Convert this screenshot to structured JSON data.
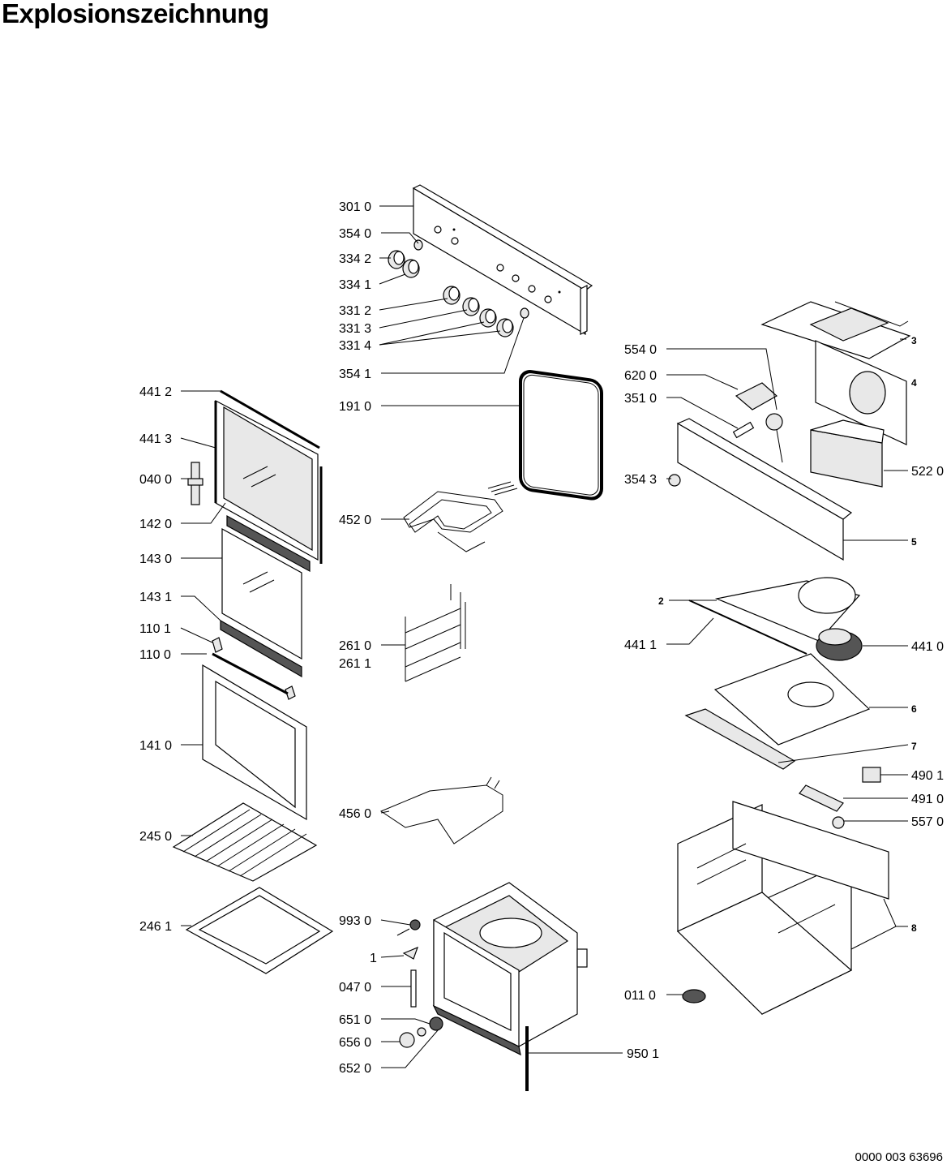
{
  "title": "Explosionszeichnung",
  "document_number": "0000 003 63696",
  "callouts": [
    {
      "id": "c3010",
      "label": "301 0"
    },
    {
      "id": "c3540",
      "label": "354 0"
    },
    {
      "id": "c3342",
      "label": "334 2"
    },
    {
      "id": "c3341",
      "label": "334 1"
    },
    {
      "id": "c3312",
      "label": "331 2"
    },
    {
      "id": "c3313",
      "label": "331 3"
    },
    {
      "id": "c3314",
      "label": "331 4"
    },
    {
      "id": "c3541",
      "label": "354 1"
    },
    {
      "id": "c1910",
      "label": "191 0"
    },
    {
      "id": "c4520",
      "label": "452 0"
    },
    {
      "id": "c2610",
      "label": "261 0"
    },
    {
      "id": "c2611",
      "label": "261 1"
    },
    {
      "id": "c4560",
      "label": "456 0"
    },
    {
      "id": "c9930",
      "label": "993 0"
    },
    {
      "id": "c1",
      "label": "1"
    },
    {
      "id": "c0470",
      "label": "047 0"
    },
    {
      "id": "c6510",
      "label": "651 0"
    },
    {
      "id": "c6560",
      "label": "656 0"
    },
    {
      "id": "c6520",
      "label": "652 0"
    },
    {
      "id": "c9501",
      "label": "950 1"
    },
    {
      "id": "c4412",
      "label": "441 2"
    },
    {
      "id": "c4413",
      "label": "441 3"
    },
    {
      "id": "c0400",
      "label": "040 0"
    },
    {
      "id": "c1420",
      "label": "142 0"
    },
    {
      "id": "c1430",
      "label": "143 0"
    },
    {
      "id": "c1431",
      "label": "143 1"
    },
    {
      "id": "c1101",
      "label": "110 1"
    },
    {
      "id": "c1100",
      "label": "110 0"
    },
    {
      "id": "c1410",
      "label": "141 0"
    },
    {
      "id": "c2450",
      "label": "245 0"
    },
    {
      "id": "c2461",
      "label": "246 1"
    },
    {
      "id": "c5540",
      "label": "554 0"
    },
    {
      "id": "c6200",
      "label": "620 0"
    },
    {
      "id": "c3510",
      "label": "351 0"
    },
    {
      "id": "c3543",
      "label": "354 3"
    },
    {
      "id": "c5220",
      "label": "522 0"
    },
    {
      "id": "c3",
      "label": "3"
    },
    {
      "id": "c4",
      "label": "4"
    },
    {
      "id": "c5",
      "label": "5"
    },
    {
      "id": "c2",
      "label": "2"
    },
    {
      "id": "c4411",
      "label": "441 1"
    },
    {
      "id": "c4410",
      "label": "441 0"
    },
    {
      "id": "c6",
      "label": "6"
    },
    {
      "id": "c7",
      "label": "7"
    },
    {
      "id": "c4901",
      "label": "490 1"
    },
    {
      "id": "c4910",
      "label": "491 0"
    },
    {
      "id": "c5570",
      "label": "557 0"
    },
    {
      "id": "c8",
      "label": "8"
    },
    {
      "id": "c0110",
      "label": "011 0"
    }
  ]
}
